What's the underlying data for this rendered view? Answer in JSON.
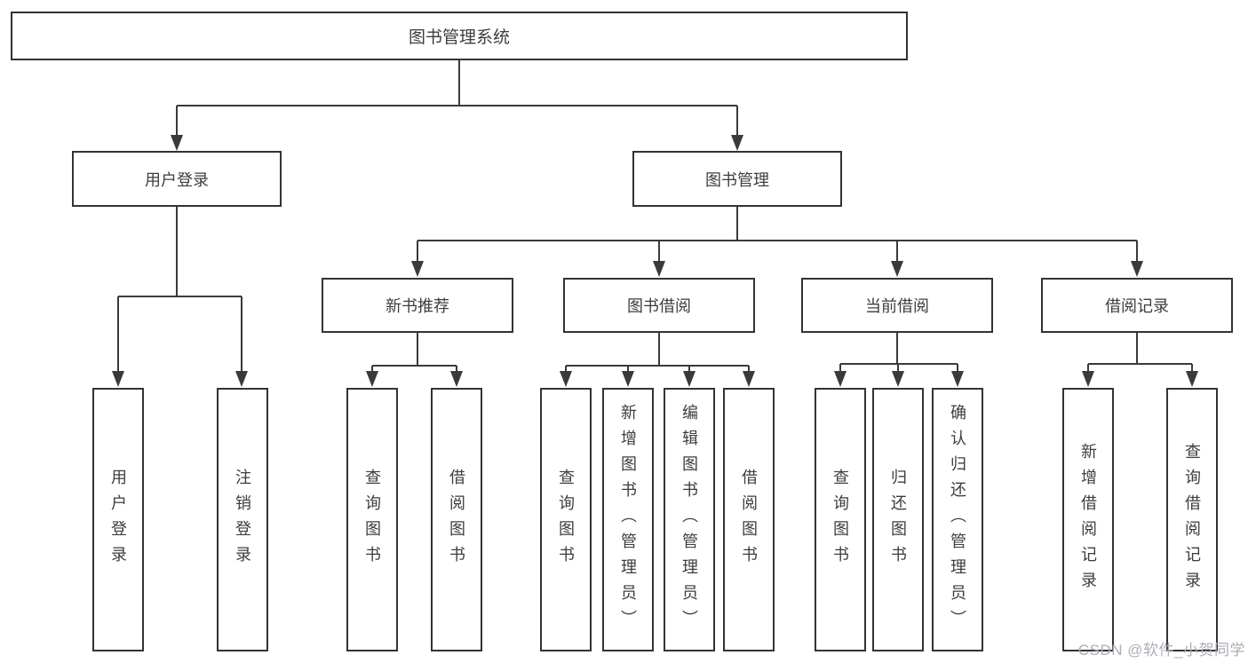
{
  "tree": {
    "root": {
      "label": "图书管理系统"
    },
    "branches": [
      {
        "label": "用户登录",
        "children": [
          {
            "label": "用户登录"
          },
          {
            "label": "注销登录"
          }
        ]
      },
      {
        "label": "图书管理",
        "groups": [
          {
            "label": "新书推荐",
            "children": [
              {
                "label": "查询图书"
              },
              {
                "label": "借阅图书"
              }
            ]
          },
          {
            "label": "图书借阅",
            "children": [
              {
                "label": "查询图书"
              },
              {
                "label": "新增图书（管理员）"
              },
              {
                "label": "编辑图书（管理员）"
              },
              {
                "label": "借阅图书"
              }
            ]
          },
          {
            "label": "当前借阅",
            "children": [
              {
                "label": "查询图书"
              },
              {
                "label": "归还图书"
              },
              {
                "label": "确认归还（管理员）"
              }
            ]
          },
          {
            "label": "借阅记录",
            "children": [
              {
                "label": "新增借阅记录"
              },
              {
                "label": "查询借阅记录"
              }
            ]
          }
        ]
      }
    ]
  },
  "watermark": {
    "text": "CSDN @软件_小贺同学"
  },
  "colors": {
    "line": "#3a3a3a",
    "box_border": "#333333",
    "text": "#3d3d3d",
    "watermark": "#abaeb5",
    "background": "#ffffff"
  }
}
